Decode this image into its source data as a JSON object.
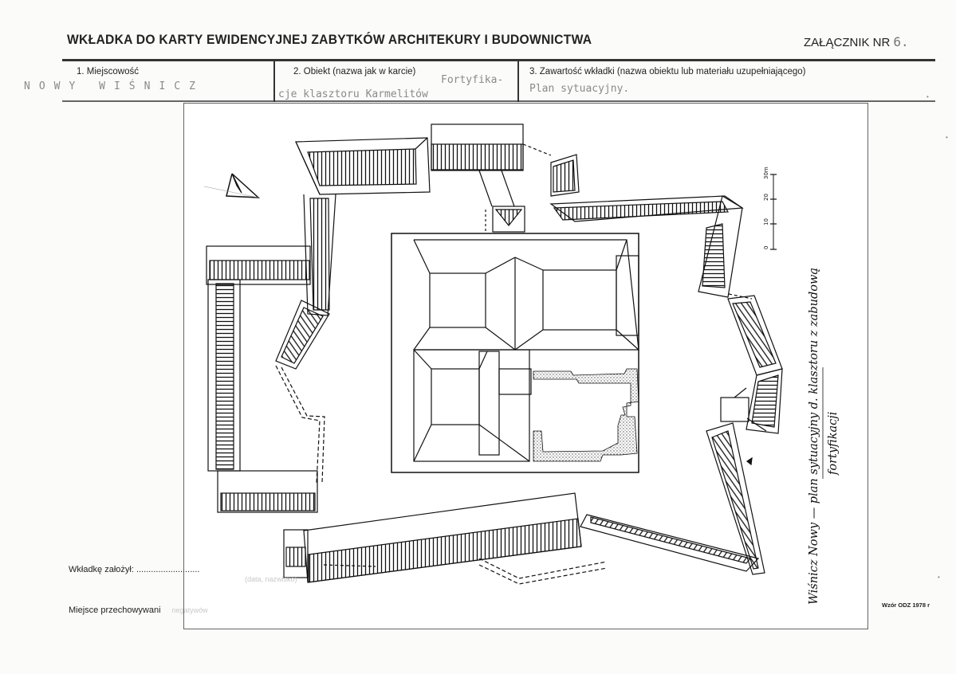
{
  "header": {
    "title": "WKŁADKA DO KARTY EWIDENCYJNEJ ZABYTKÓW ARCHITEKURY I BUDOWNICTWA",
    "annex_label": "ZAŁĄCZNIK NR",
    "annex_number": "6."
  },
  "fields": {
    "f1_label": "1. Miejscowość",
    "f1_value": "NOWY WIŚNICZ",
    "f2_label": "2. Obiekt (nazwa jak w karcie)",
    "f2_value_line1": "Fortyfika-",
    "f2_value_line2": "cje klasztoru Karmelitów",
    "f3_label": "3. Zawartość wkładki (nazwa obiektu lub materiału uzupełniającego)",
    "f3_value": "Plan sytuacyjny."
  },
  "drawing": {
    "caption_line1": "Wiśnicz Nowy — plan sytuacyjny d. klasztoru z zabudową",
    "caption_line2": "fortyfikacji",
    "scale_ticks": [
      "0",
      "10",
      "20",
      "30m"
    ]
  },
  "footer": {
    "created_by_label": "Wkładkę założył: ..........................",
    "storage_label": "Miejsce przechowywani",
    "storage_faint": "negatywów",
    "faint_middle": "(data, nazwisko)",
    "form_model": "Wzór ODZ 1978 r"
  }
}
